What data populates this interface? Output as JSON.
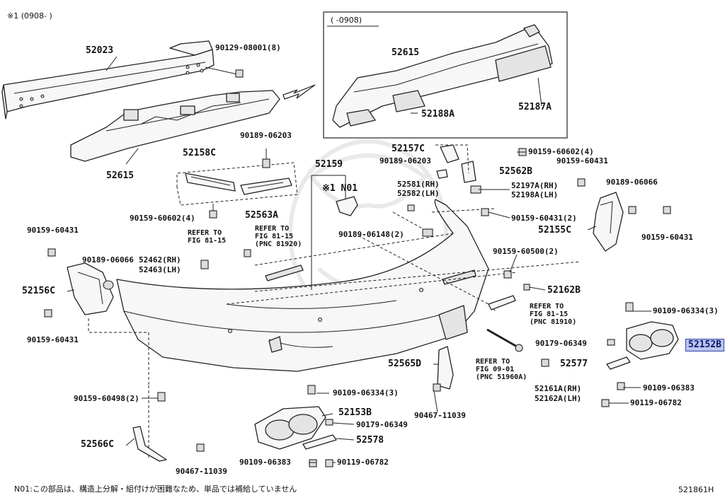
{
  "notes": {
    "top_left": "※1 (0908-     )",
    "inset_title": "(      -0908)",
    "footer": "N01:この部品は、構造上分解・組付けが困難なため、単品では補給していません",
    "ref_code": "521861H"
  },
  "parts": {
    "p52023": "52023",
    "p90129_08001": "90129-08001(8)",
    "p52615_main": "52615",
    "p52615_inset": "52615",
    "p52188A": "52188A",
    "p52187A": "52187A",
    "p90189_06203_a": "90189-06203",
    "p52158C": "52158C",
    "p52159": "52159",
    "pN01": "※1 N01",
    "p52157C": "52157C",
    "p90189_06203_b": "90189-06203",
    "p52562B": "52562B",
    "p90159_60602_4_r": "90159-60602(4)",
    "p90159_60431_r1": "90159-60431",
    "p52581": "52581(RH)",
    "p52582": "52582(LH)",
    "p52197A": "52197A(RH)",
    "p52198A": "52198A(LH)",
    "p90189_06066_r": "90189-06066",
    "p90159_60602_4_l": "90159-60602(4)",
    "p52563A": "52563A",
    "p90159_60431_2": "90159-60431(2)",
    "p52155C": "52155C",
    "p90159_60431_r2": "90159-60431",
    "p90159_60431_l1": "90159-60431",
    "ref1": "REFER TO\nFIG 81-15",
    "ref2": "REFER TO\nFIG 81-15\n(PNC 81920)",
    "p90189_06148": "90189-06148(2)",
    "p90189_06066_l": "90189-06066",
    "p52462": "52462(RH)",
    "p52463": "52463(LH)",
    "p90159_60500": "90159-60500(2)",
    "p52156C": "52156C",
    "p52162B": "52162B",
    "p90109_06334_r": "90109-06334(3)",
    "ref3": "REFER TO\nFIG 81-15\n(PNC 81910)",
    "p90159_60431_l2": "90159-60431",
    "p90179_06349_r": "90179-06349",
    "p52152B": "52152B",
    "p52565D": "52565D",
    "ref4": "REFER TO\nFIG 09-01\n(PNC 51960A)",
    "p52577": "52577",
    "p52161A": "52161A(RH)",
    "p52162A": "52162A(LH)",
    "p90109_06383_r": "90109-06383",
    "p90119_06782_r": "90119-06782",
    "p90109_06334_c": "90109-06334(3)",
    "p90159_60498": "90159-60498(2)",
    "p52153B": "52153B",
    "p90467_11039_c": "90467-11039",
    "p90179_06349_c": "90179-06349",
    "p52566C": "52566C",
    "p52578": "52578",
    "p90109_06383_c": "90109-06383",
    "p90119_06782_c": "90119-06782",
    "p90467_11039_l": "90467-11039"
  },
  "colors": {
    "highlight_bg": "#b9c4f0",
    "highlight_border": "#3346a8",
    "line": "#222222"
  }
}
